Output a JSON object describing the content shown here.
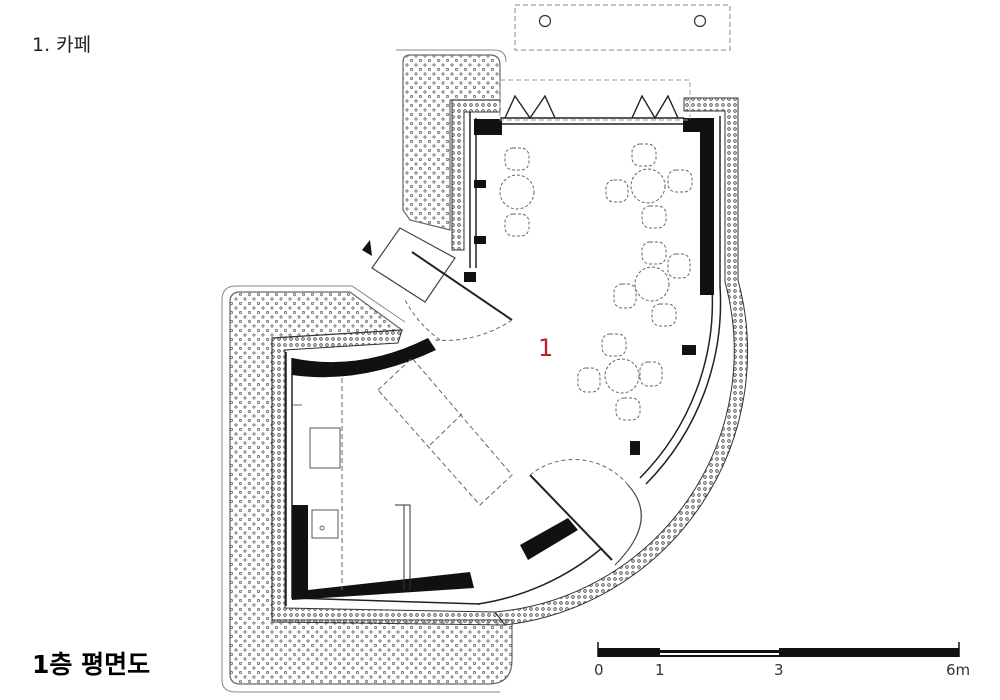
{
  "legend": {
    "items": [
      "1. 카페"
    ]
  },
  "title": "1층 평면도",
  "room_label": "1",
  "scale_bar": {
    "labels": [
      "0",
      "1",
      "3",
      "6m"
    ]
  }
}
